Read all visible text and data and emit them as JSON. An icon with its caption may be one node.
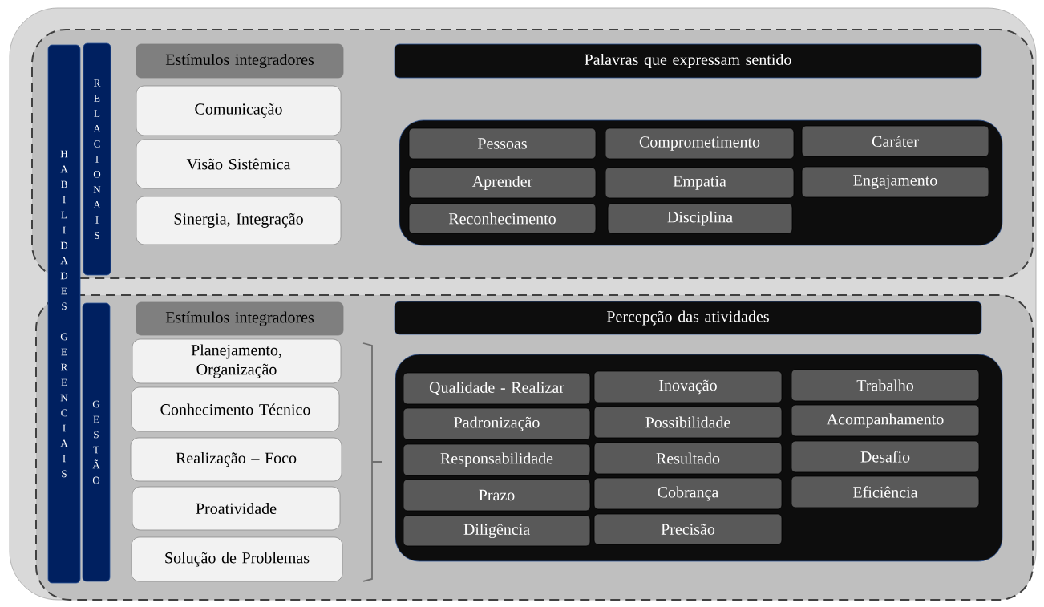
{
  "diagram": {
    "nodes": [
      {
        "text": [],
        "shape": "box"
      },
      {
        "text": [],
        "shape": "box",
        "in": 0
      },
      {
        "text": [],
        "shape": "box",
        "in": 0
      },
      {
        "text": [
          "HABILIDADES GERENCIAIS"
        ],
        "in": 0
      },
      {
        "text": [
          "RELACIONAIS"
        ],
        "in": 1
      },
      {
        "text": [
          "Estímulos integradores"
        ],
        "in": 1
      },
      {
        "text": [
          "Comunicação"
        ],
        "in": 1
      },
      {
        "text": [
          "Visão Sistêmica"
        ],
        "in": 1
      },
      {
        "text": [
          "Sinergia, Integração"
        ],
        "in": 1
      },
      {
        "text": [
          "Palavras que expressam sentido"
        ],
        "in": 1
      },
      {
        "text": [],
        "shape": "box",
        "in": 1
      },
      {
        "text": [
          "Pessoas"
        ],
        "in": 10
      },
      {
        "text": [
          "Comprometimento"
        ],
        "in": 10
      },
      {
        "text": [
          "Caráter"
        ],
        "in": 10
      },
      {
        "text": [
          "Aprender"
        ],
        "in": 10
      },
      {
        "text": [
          "Empatia"
        ],
        "in": 10
      },
      {
        "text": [
          "Engajamento"
        ],
        "in": 10
      },
      {
        "text": [
          "Reconhecimento"
        ],
        "in": 10
      },
      {
        "text": [
          "Disciplina"
        ],
        "in": 10
      },
      {
        "text": [
          "GESTÃO"
        ],
        "in": 2
      },
      {
        "text": [
          "Estímulos integradores"
        ],
        "in": 2
      },
      {
        "text": [
          "Planejamento, Organização"
        ],
        "in": 2
      },
      {
        "text": [
          "Conhecimento Técnico"
        ],
        "in": 2
      },
      {
        "text": [
          "Realização – Foco"
        ],
        "in": 2
      },
      {
        "text": [
          "Proatividade"
        ],
        "in": 2
      },
      {
        "text": [
          "Solução de Problemas"
        ],
        "in": 2
      },
      {
        "text": [
          "Percepção das atividades"
        ],
        "in": 2
      },
      {
        "text": [],
        "shape": "box",
        "in": 2
      },
      {
        "text": [
          "Qualidade - Realizar"
        ],
        "in": 27
      },
      {
        "text": [
          "Inovação"
        ],
        "in": 27
      },
      {
        "text": [
          "Trabalho"
        ],
        "in": 27
      },
      {
        "text": [
          "Padronização"
        ],
        "in": 27
      },
      {
        "text": [
          "Possibilidade"
        ],
        "in": 27
      },
      {
        "text": [
          "Acompanhamento"
        ],
        "in": 27
      },
      {
        "text": [
          "Responsabilidade"
        ],
        "in": 27
      },
      {
        "text": [
          "Resultado"
        ],
        "in": 27
      },
      {
        "text": [
          "Desafio"
        ],
        "in": 27
      },
      {
        "text": [
          "Prazo"
        ],
        "in": 27
      },
      {
        "text": [
          "Cobrança"
        ],
        "in": 27
      },
      {
        "text": [
          "Eficiência"
        ],
        "in": 27
      },
      {
        "text": [
          "Diligência"
        ],
        "in": 27
      },
      {
        "text": [
          "Precisão"
        ],
        "in": 27
      }
    ]
  }
}
